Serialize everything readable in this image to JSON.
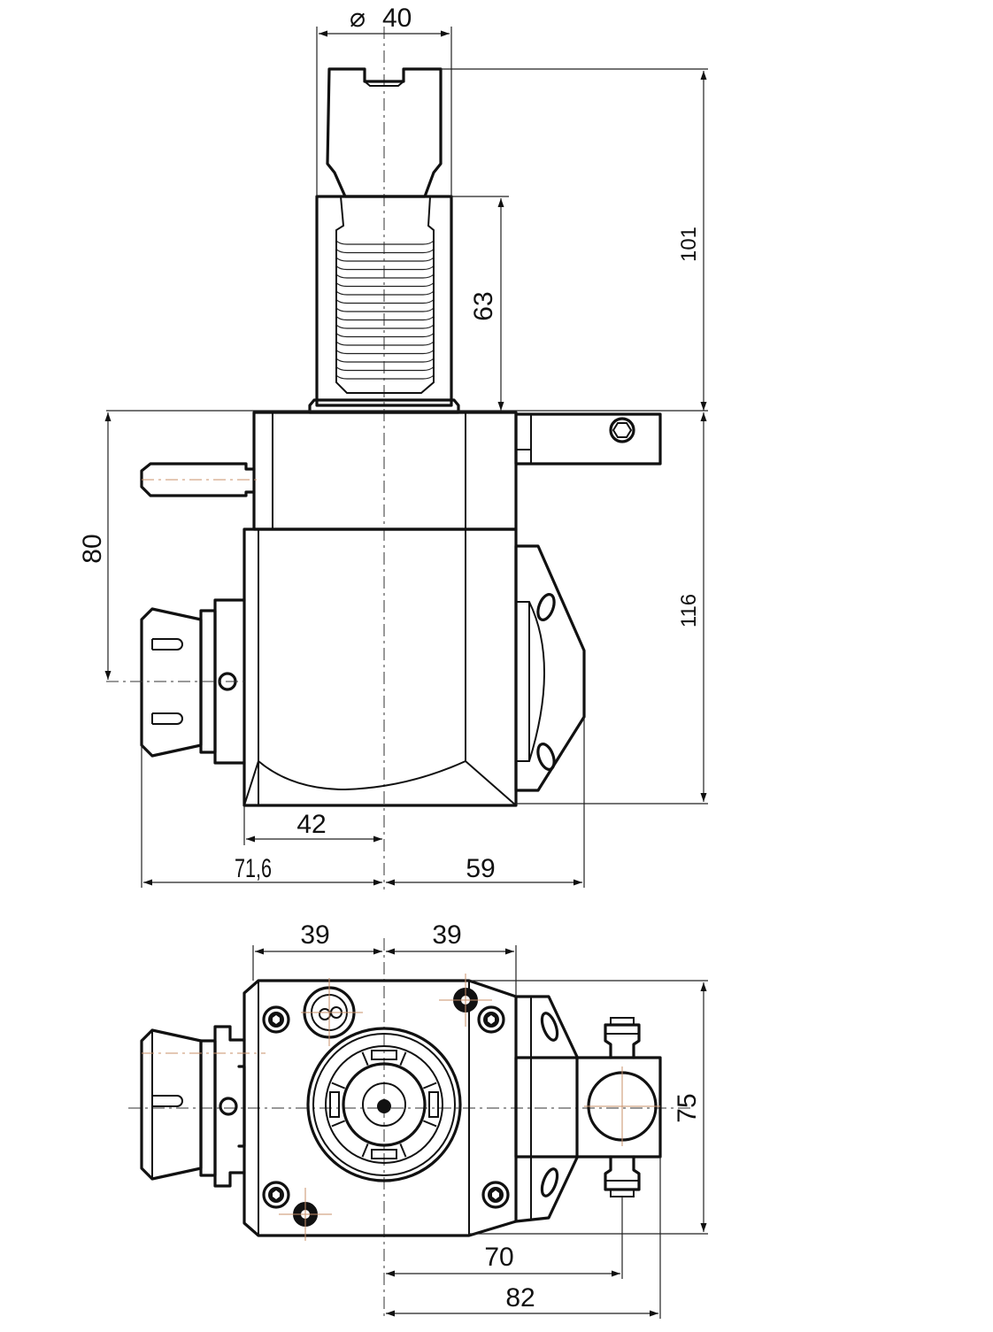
{
  "drawing": {
    "accent_color": "#c8906a",
    "line_color": "#111111",
    "side_view": {
      "diameter_symbol": "⌀",
      "dim_shank_diameter": "40",
      "dim_thread_length": "63",
      "dim_upper_height": "101",
      "dim_lower_height": "116",
      "dim_axis_height": "80",
      "dim_half_width_left": "42",
      "dim_overall_left": "71,6",
      "dim_overall_right": "59"
    },
    "top_view": {
      "dim_left_39": "39",
      "dim_right_39": "39",
      "dim_depth_75": "75",
      "dim_offset_70": "70",
      "dim_overall_82": "82"
    }
  }
}
